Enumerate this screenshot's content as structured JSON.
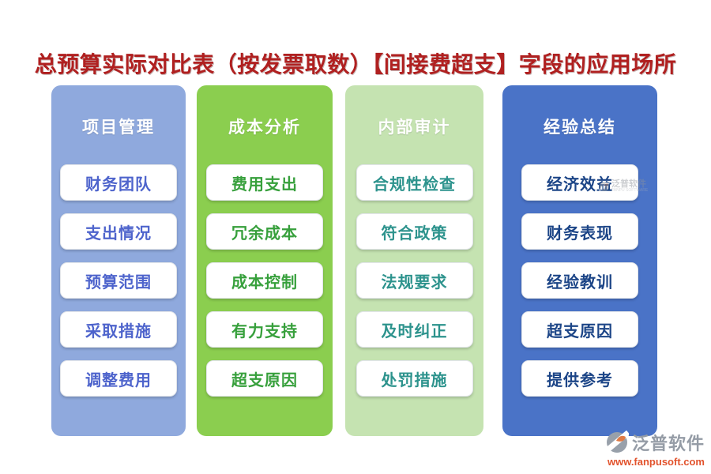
{
  "title": {
    "text": "总预算实际对比表（按发票取数）【间接费超支】字段的应用场所",
    "color": "#b02020"
  },
  "columns": [
    {
      "header": "项目管理",
      "bg": "#8fa9dd",
      "text_color": "#4e64cc",
      "items": [
        "财务团队",
        "支出情况",
        "预算范围",
        "采取措施",
        "调整费用"
      ]
    },
    {
      "header": "成本分析",
      "bg": "#8bce4f",
      "text_color": "#37a03c",
      "items": [
        "费用支出",
        "冗余成本",
        "成本控制",
        "有力支持",
        "超支原因"
      ]
    },
    {
      "header": "内部审计",
      "bg": "#c5e3b1",
      "text_color": "#2d938d",
      "items": [
        "合规性检查",
        "符合政策",
        "法规要求",
        "及时纠正",
        "处罚措施"
      ]
    },
    {
      "header": "经验总结",
      "bg": "#4a73c7",
      "text_color": "#1c4587",
      "items": [
        "经济效益",
        "财务表现",
        "经验教训",
        "超支原因",
        "提供参考"
      ]
    }
  ],
  "watermark": {
    "brand": "泛普软件",
    "sub": "FANPU SOFTWARE"
  },
  "footer": {
    "brand": "泛普软件",
    "url": "www.fanpusoft.com",
    "brand_color": "#959ca6",
    "url_color": "#e2532d"
  }
}
